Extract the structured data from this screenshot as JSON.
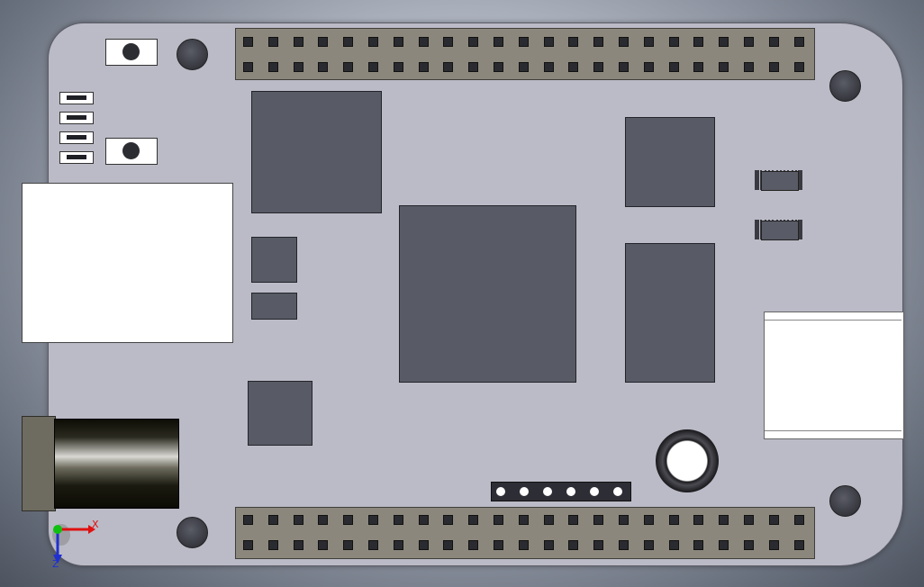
{
  "viewport": {
    "axis_labels": {
      "x": "X",
      "z": "Z"
    }
  },
  "board": {
    "header_p8_pins": 46,
    "header_p9_pins": 46,
    "jtag_pins": 6,
    "leds": 4,
    "buttons": 2,
    "mounting_holes": 4
  },
  "colors": {
    "pcb": "#babbc6",
    "chip": "#585a65",
    "header": "#8c877c",
    "background": "#a9afbb",
    "axis_x": "#e01010",
    "axis_z": "#2030d0",
    "axis_origin": "#10c010"
  }
}
